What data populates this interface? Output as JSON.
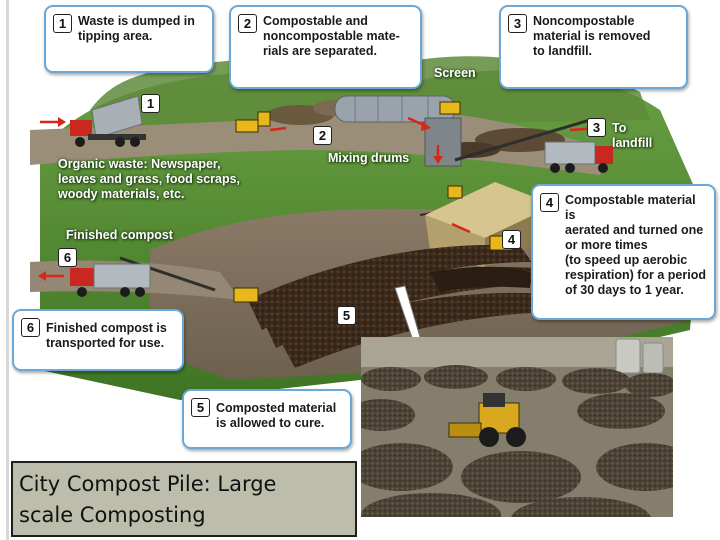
{
  "steps": [
    {
      "number": "1",
      "text": "Waste is dumped in\ntipping area."
    },
    {
      "number": "2",
      "text": "Compostable and\nnoncompostable mate-\nrials are separated."
    },
    {
      "number": "3",
      "text": "Noncompostable\nmaterial is removed\nto landfill."
    },
    {
      "number": "4",
      "text": "Compostable material is\naerated and turned one\nor more times\n(to speed up aerobic\nrespiration) for a period\nof 30 days to 1 year."
    },
    {
      "number": "5",
      "text": "Composted material\nis allowed to cure."
    },
    {
      "number": "6",
      "text": "Finished compost is\ntransported for use."
    }
  ],
  "scene_markers": [
    "1",
    "2",
    "3",
    "4",
    "5",
    "6"
  ],
  "scene_labels": {
    "screen": "Screen",
    "mixing_drums": "Mixing drums",
    "to_landfill": "To\nlandfill",
    "organic_waste": "Organic waste: Newspaper,\nleaves and grass, food scraps,\nwoody materials, etc.",
    "finished_compost": "Finished compost"
  },
  "caption": "City Compost Pile:  Large\nscale Composting",
  "colors": {
    "callout_border": "#6aa8d8",
    "grass": "#4f8a2c",
    "soil": "#3a2a1c",
    "arrow": "#d8261b",
    "truck_cab": "#c8281f",
    "loader": "#e8b81a",
    "caption_bg": "#bdbdac"
  },
  "icons": [
    "dump-truck-icon",
    "loader-icon",
    "mixing-drum-icon",
    "conveyor-icon",
    "shed-icon",
    "arrow-icon",
    "compost-windrow-icon"
  ]
}
